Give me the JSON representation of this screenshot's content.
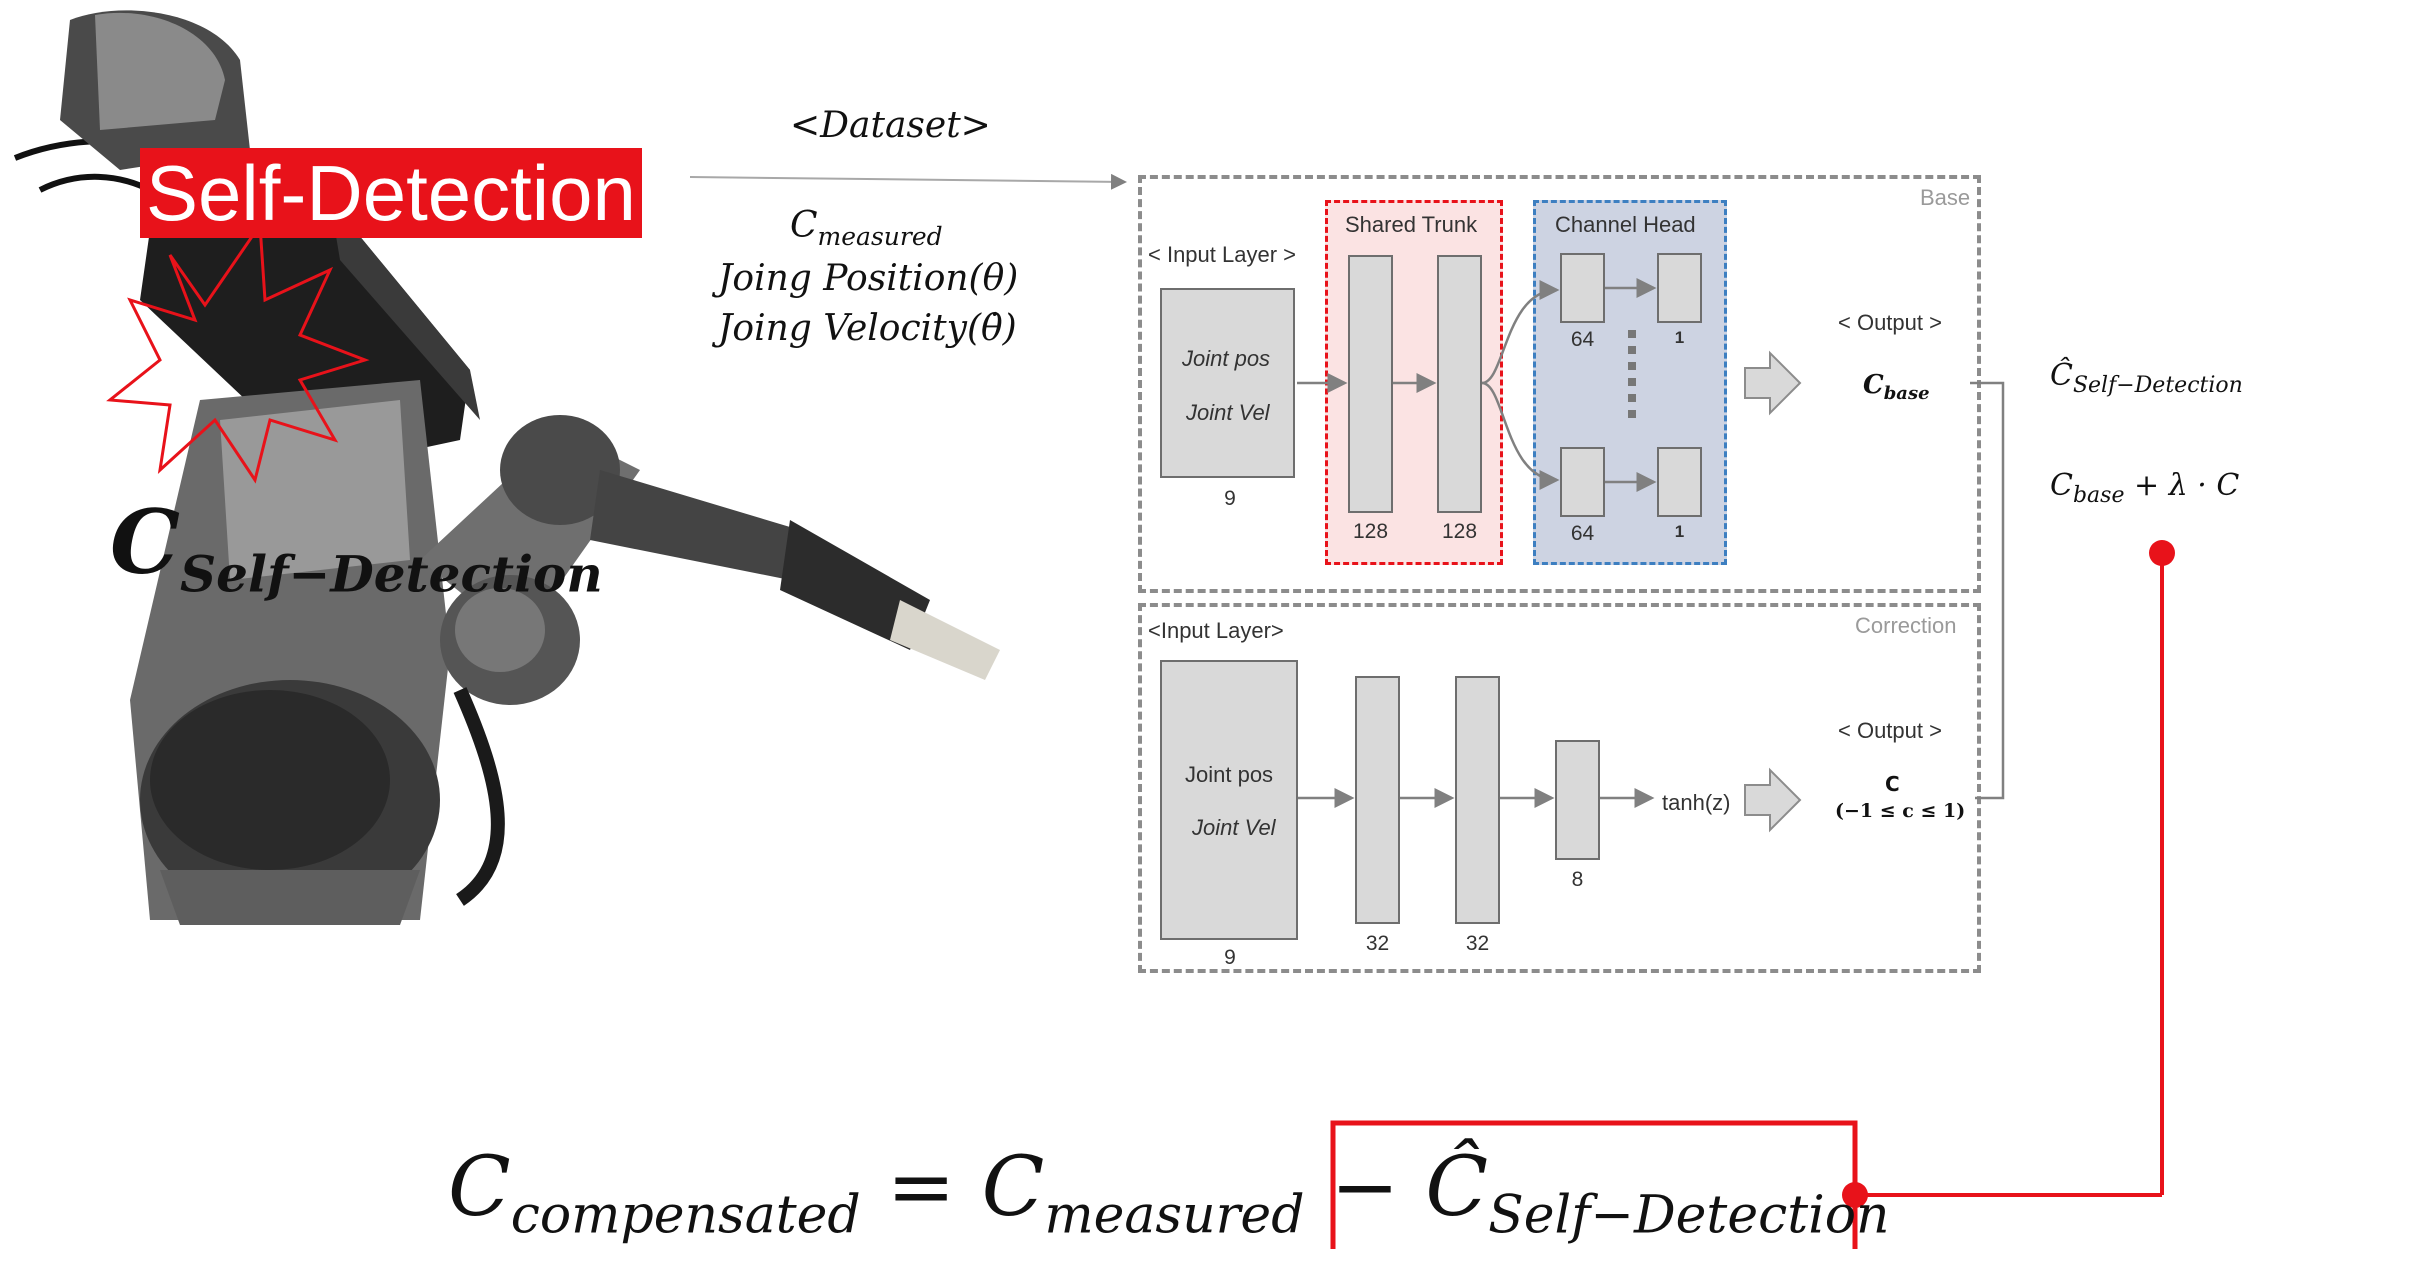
{
  "robot": {
    "label": "Self-Detection",
    "symbol_main": "C",
    "symbol_sub": "Self−Detection"
  },
  "dataset": {
    "title": "<Dataset>",
    "line1_main": "C",
    "line1_sub": "measured",
    "line2": "Joing Position(θ)",
    "line3": "Joing Velocity(θ̇)"
  },
  "base": {
    "tag": "Base",
    "input_label": "< Input Layer >",
    "input_text1": "Joint pos",
    "input_text2": "Joint Vel",
    "input_size": "9",
    "shared_trunk": "Shared Trunk",
    "trunk_sizes": [
      "128",
      "128"
    ],
    "channel_head": "Channel Head",
    "head_sizes": [
      "64",
      "1",
      "64",
      "1"
    ],
    "output_label": "< Output >",
    "output_main": "C",
    "output_sub": "base"
  },
  "correction": {
    "tag": "Correction",
    "input_label": "<Input Layer>",
    "input_text1": "Joint pos",
    "input_text2": "Joint Vel",
    "input_size": "9",
    "hidden_sizes": [
      "32",
      "32",
      "8"
    ],
    "activation": "tanh(z)",
    "output_label": "< Output >",
    "output_line1": "C",
    "output_line2": "(−1 ≤ c ≤ 1)"
  },
  "combine": {
    "hat_main": "Ĉ",
    "hat_sub": "Self−Detection",
    "eq_main": "C",
    "eq_sub": "base",
    "eq_rest": "+ λ · C"
  },
  "equation": {
    "lhs_main": "C",
    "lhs_sub": "compensated",
    "equals": "=",
    "rhs1_main": "C",
    "rhs1_sub": "measured",
    "minus": "−",
    "rhs2_main": "Ĉ",
    "rhs2_sub": "Self−Detection"
  },
  "colors": {
    "accent_red": "#e8121a",
    "trunk_fill": "#fbe3e3",
    "trunk_border": "#e8121a",
    "head_fill": "#cdd3e2",
    "head_border": "#3d7fc1",
    "layer_fill": "#d9d9d9",
    "box_border": "#8c8c8c"
  }
}
